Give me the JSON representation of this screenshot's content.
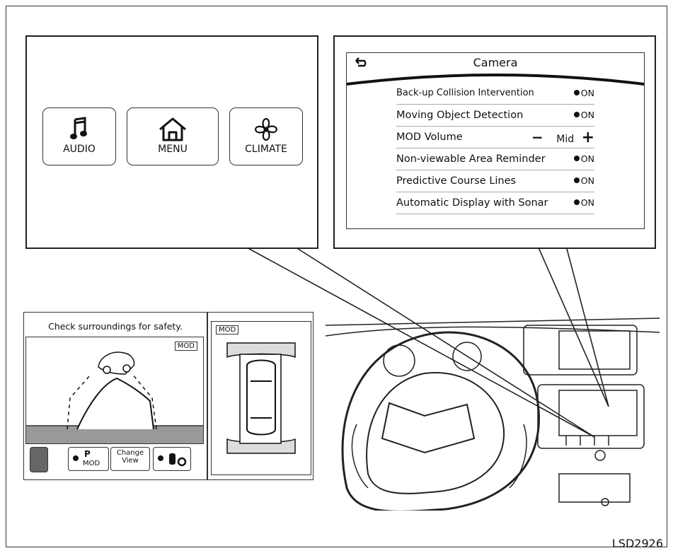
{
  "home_menu": {
    "buttons": [
      {
        "label": "AUDIO",
        "icon": "music-note-icon"
      },
      {
        "label": "MENU",
        "icon": "home-icon"
      },
      {
        "label": "CLIMATE",
        "icon": "fan-icon"
      }
    ]
  },
  "camera_menu": {
    "title": "Camera",
    "back_icon": "back-arrow-icon",
    "rows": [
      {
        "name": "Back-up Collision Intervention",
        "value": "ON"
      },
      {
        "name": "Moving Object Detection",
        "value": "ON"
      },
      {
        "name": "MOD Volume",
        "value": "Mid"
      },
      {
        "name": "Non-viewable Area Reminder",
        "value": "ON"
      },
      {
        "name": "Predictive Course Lines",
        "value": "ON"
      },
      {
        "name": "Automatic Display with Sonar",
        "value": "ON"
      }
    ],
    "minus_symbol": "−",
    "plus_symbol": "+"
  },
  "monitor": {
    "message": "Check surroundings for safety.",
    "rear_mod_badge": "MOD",
    "top_mod_badge": "MOD",
    "controls": {
      "mod_top": "P",
      "mod_bottom": "MOD",
      "change_view_1": "Change",
      "change_view_2": "View"
    }
  },
  "caption": "LSD2926"
}
